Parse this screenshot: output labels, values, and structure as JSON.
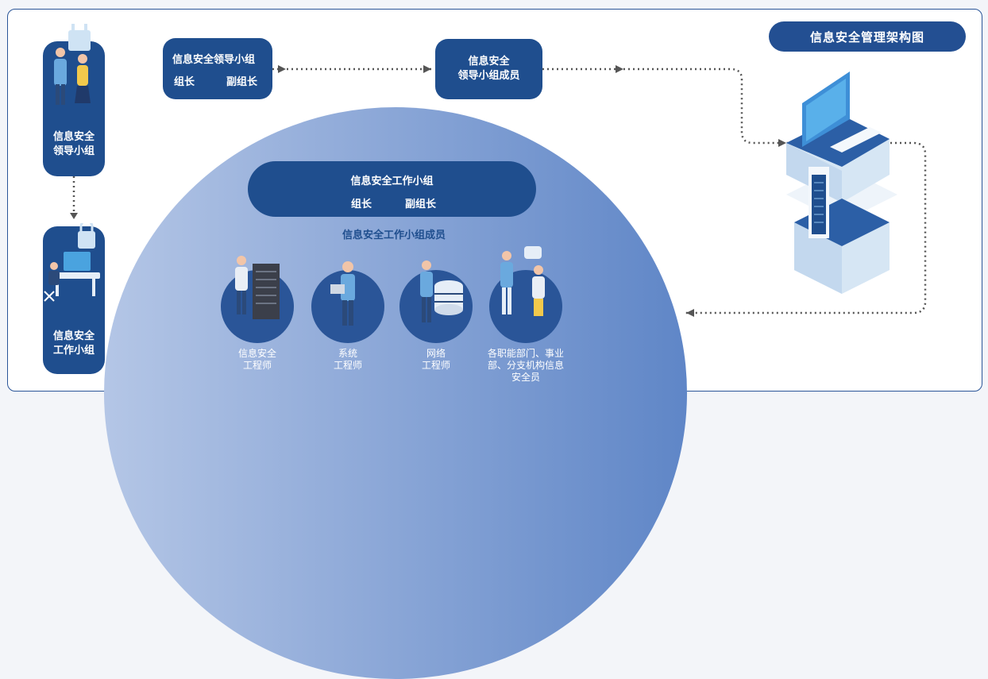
{
  "title": "信息安全管理架构图",
  "left_top_card": {
    "line1": "信息安全",
    "line2": "领导小组"
  },
  "left_bottom_card": {
    "line1": "信息安全",
    "line2": "工作小组"
  },
  "leadership_box": {
    "title": "信息安全领导小组",
    "leader": "组长",
    "deputy": "副组长"
  },
  "leadership_members_box": {
    "line1": "信息安全",
    "line2": "领导小组成员"
  },
  "work_box": {
    "title": "信息安全工作小组",
    "leader": "组长",
    "deputy": "副组长"
  },
  "work_members_title": "信息安全工作小组成员",
  "roles": [
    {
      "line1": "信息安全",
      "line2": "工程师",
      "line3": ""
    },
    {
      "line1": "系统",
      "line2": "工程师",
      "line3": ""
    },
    {
      "line1": "网络",
      "line2": "工程师",
      "line3": ""
    },
    {
      "line1": "各职能部门、事业",
      "line2": "部、分支机构信息",
      "line3": "安全员"
    }
  ],
  "colors": {
    "primary": "#1f4e8e",
    "arc_light": "#b4c6e6",
    "arc_dark": "#5f86c7",
    "accent": "#46a3de"
  },
  "icons": [
    "padlock-icon",
    "people-icon",
    "workstation-icon",
    "computer-server-icon",
    "server-rack-icon",
    "engineer-icon",
    "database-icon",
    "chat-bubble-icon"
  ]
}
